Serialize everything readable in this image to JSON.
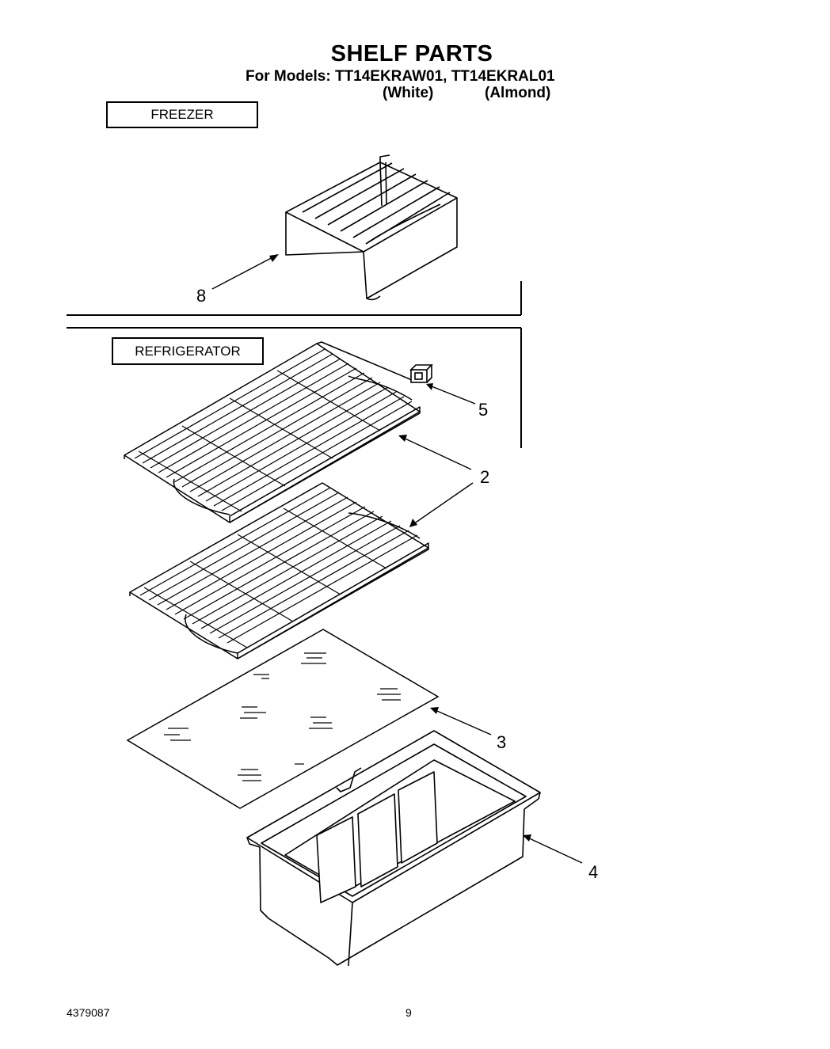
{
  "header": {
    "title": "SHELF PARTS",
    "models_line": "For Models: TT14EKRAW01, TT14EKRAL01",
    "variant_white": "(White)",
    "variant_almond": "(Almond)"
  },
  "sections": {
    "freezer_label": "FREEZER",
    "refrigerator_label": "REFRIGERATOR"
  },
  "callouts": {
    "c8": "8",
    "c5": "5",
    "c2": "2",
    "c3": "3",
    "c4": "4"
  },
  "footer": {
    "doc_number": "4379087",
    "page_number": "9"
  }
}
